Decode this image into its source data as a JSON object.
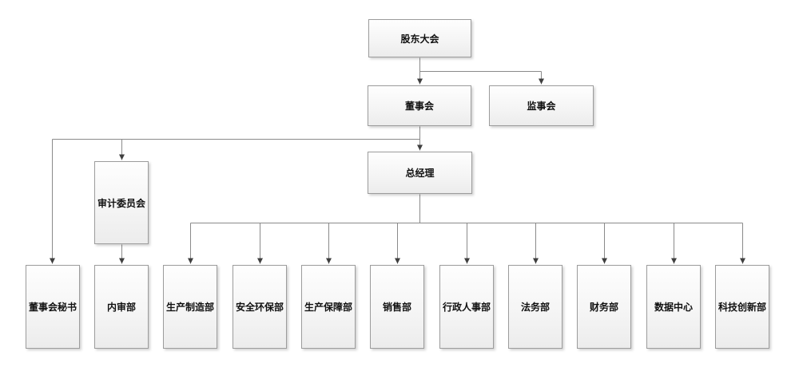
{
  "diagram": {
    "type": "org-chart",
    "nodes": {
      "shareholders_meeting": {
        "label": "股东大会"
      },
      "board_of_directors": {
        "label": "董事会"
      },
      "supervisory_board": {
        "label": "监事会"
      },
      "general_manager": {
        "label": "总经理"
      },
      "audit_committee": {
        "label": "审计委员会"
      },
      "board_secretary": {
        "label": "董事会秘书"
      },
      "internal_audit_dept": {
        "label": "内审部"
      },
      "production_manufacturing_dept": {
        "label": "生产制造部"
      },
      "safety_environment_dept": {
        "label": "安全环保部"
      },
      "production_support_dept": {
        "label": "生产保障部"
      },
      "sales_dept": {
        "label": "销售部"
      },
      "admin_hr_dept": {
        "label": "行政人事部"
      },
      "legal_dept": {
        "label": "法务部"
      },
      "finance_dept": {
        "label": "财务部"
      },
      "data_center": {
        "label": "数据中心"
      },
      "tech_innovation_dept": {
        "label": "科技创新部"
      }
    },
    "edges": [
      {
        "from": "shareholders_meeting",
        "to": "board_of_directors"
      },
      {
        "from": "shareholders_meeting",
        "to": "supervisory_board"
      },
      {
        "from": "board_of_directors",
        "to": "general_manager"
      },
      {
        "from": "board_of_directors",
        "to": "audit_committee"
      },
      {
        "from": "board_of_directors",
        "to": "board_secretary"
      },
      {
        "from": "audit_committee",
        "to": "internal_audit_dept"
      },
      {
        "from": "general_manager",
        "to": "production_manufacturing_dept"
      },
      {
        "from": "general_manager",
        "to": "safety_environment_dept"
      },
      {
        "from": "general_manager",
        "to": "production_support_dept"
      },
      {
        "from": "general_manager",
        "to": "sales_dept"
      },
      {
        "from": "general_manager",
        "to": "admin_hr_dept"
      },
      {
        "from": "general_manager",
        "to": "legal_dept"
      },
      {
        "from": "general_manager",
        "to": "finance_dept"
      },
      {
        "from": "general_manager",
        "to": "data_center"
      },
      {
        "from": "general_manager",
        "to": "tech_innovation_dept"
      }
    ],
    "colors": {
      "background": "#ffffff",
      "box_border": "#9c9c9c",
      "box_fill_top": "#fefefe",
      "box_fill_bottom": "#ececec",
      "connector_line": "#8a8a8a",
      "arrowhead": "#3f3f3f",
      "text": "#111111"
    }
  }
}
